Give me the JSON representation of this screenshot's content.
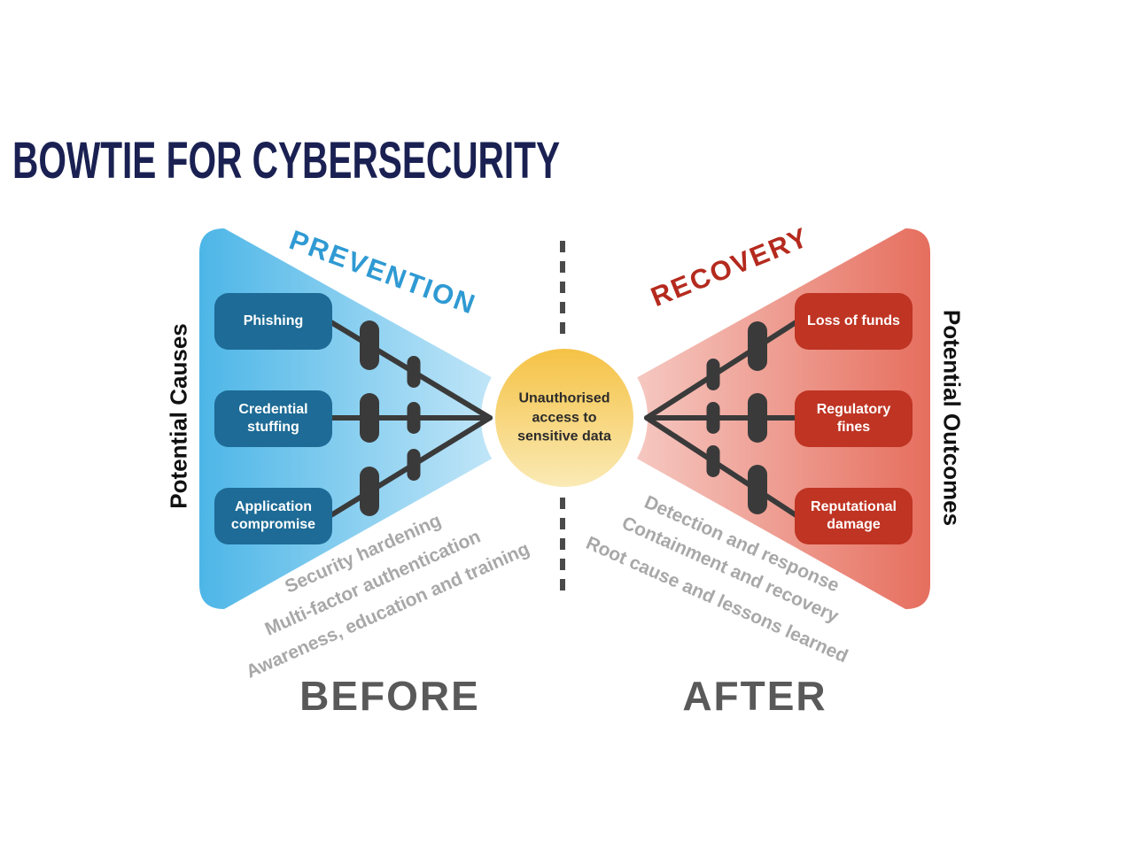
{
  "title": "BOWTIE FOR CYBERSECURITY",
  "center": {
    "event_lines": [
      "Unauthorised",
      "access to",
      "sensitive data"
    ]
  },
  "left": {
    "side_label": "PREVENTION",
    "axis_label": "Potential Causes",
    "phase_label": "BEFORE",
    "causes": [
      "Phishing",
      "Credential stuffing",
      "Application compromise"
    ],
    "barriers": [
      "Security hardening",
      "Multi-factor authentication",
      "Awareness, education and training"
    ]
  },
  "right": {
    "side_label": "RECOVERY",
    "axis_label": "Potential Outcomes",
    "phase_label": "AFTER",
    "outcomes": [
      "Loss of funds",
      "Regulatory fines",
      "Reputational damage"
    ],
    "barriers": [
      "Detection and response",
      "Containment and recovery",
      "Root cause and lessons learned"
    ]
  },
  "colors": {
    "title_navy": "#1a2152",
    "prevention_blue": "#2f9ad3",
    "recovery_red": "#b52a1e",
    "cause_box_blue": "#1d6b96",
    "outcome_box_red": "#bf3423",
    "wing_blue_dark": "#4db6e7",
    "wing_blue_light": "#ddf1fc",
    "wing_red_dark": "#e66e5e",
    "wing_red_light": "#f9ded9",
    "event_gold_top": "#f5c245",
    "event_gold_bottom": "#faeab5",
    "line_dark": "#3a3a3a",
    "barrier_text_gray": "#a8a8a8",
    "phase_gray": "#595959"
  }
}
